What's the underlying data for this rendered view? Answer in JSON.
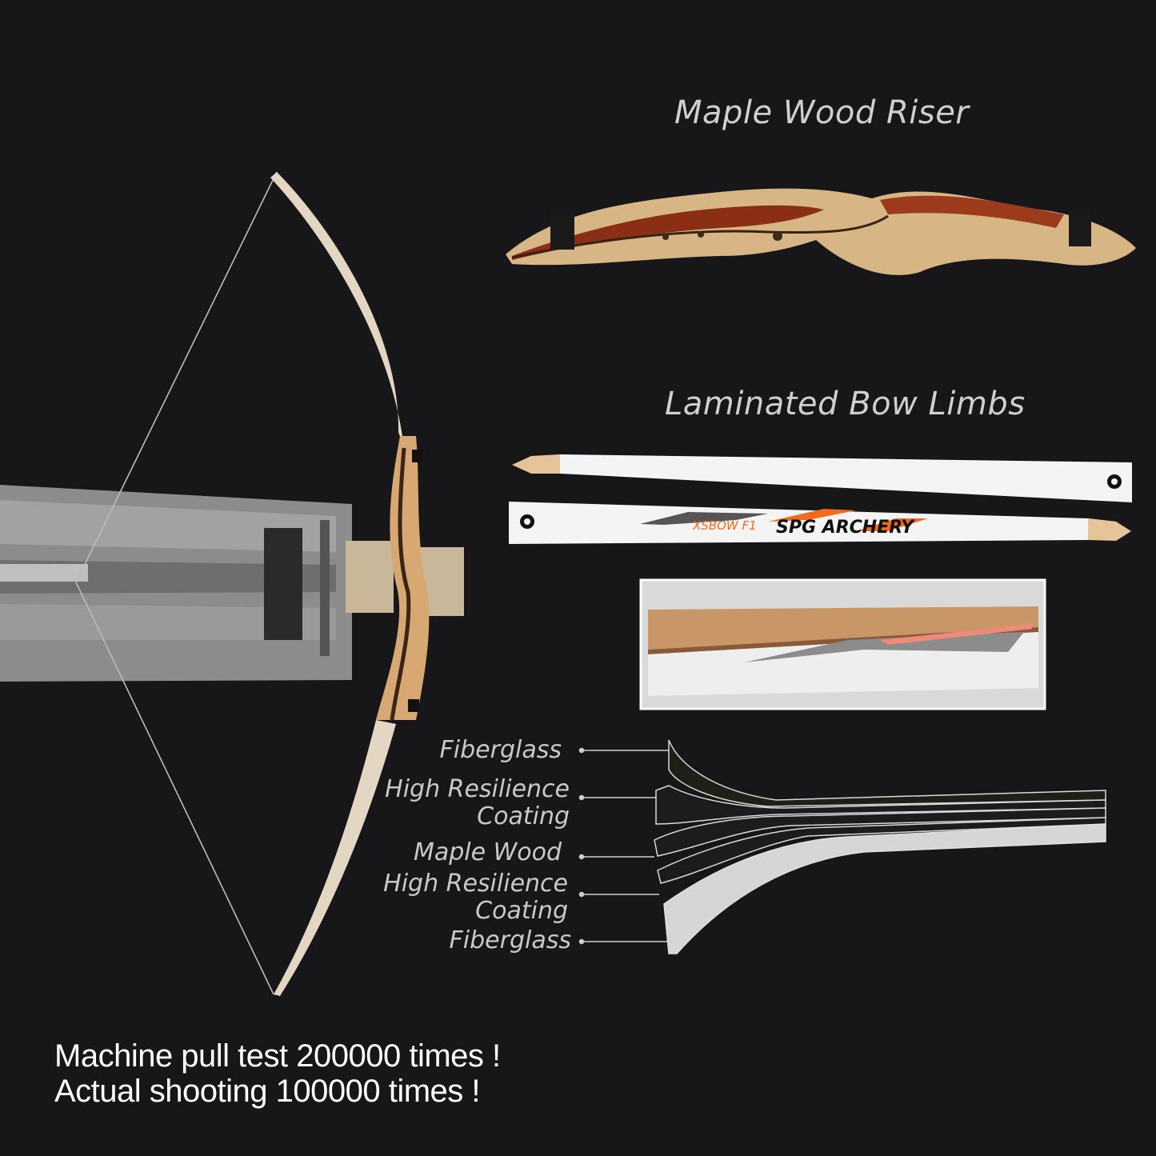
{
  "riser": {
    "title": "Maple Wood Riser"
  },
  "limbs": {
    "title": "Laminated Bow Limbs",
    "model_text": "XSBOW F1",
    "brand_text": "SPG ARCHERY"
  },
  "layers": {
    "items": [
      {
        "label": "Fiberglass"
      },
      {
        "label": "High Resilience\nCoating"
      },
      {
        "label": "Maple Wood"
      },
      {
        "label": "High Resilience\nCoating"
      },
      {
        "label": "Fiberglass"
      }
    ]
  },
  "footer": {
    "line1": "Machine pull test 200000 times !",
    "line2": "Actual shooting 100000 times !"
  },
  "colors": {
    "background": "#17171a",
    "wood_light": "#d9b07a",
    "wood_dark": "#9a3a1c",
    "limb_white": "#f4f4f4",
    "accent_orange": "#f26a1b"
  }
}
